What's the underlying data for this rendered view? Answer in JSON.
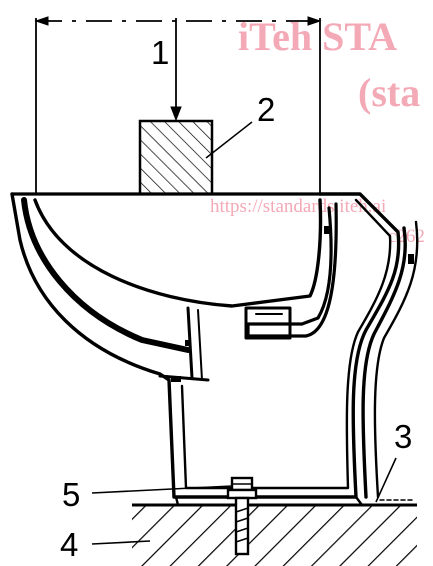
{
  "diagram": {
    "callouts": [
      "1",
      "2",
      "3",
      "4",
      "5"
    ]
  },
  "watermark": {
    "line1": "iTeh STA",
    "line2": "(sta",
    "line3": "https://standards.iteh.ai",
    "line4": "c262"
  }
}
